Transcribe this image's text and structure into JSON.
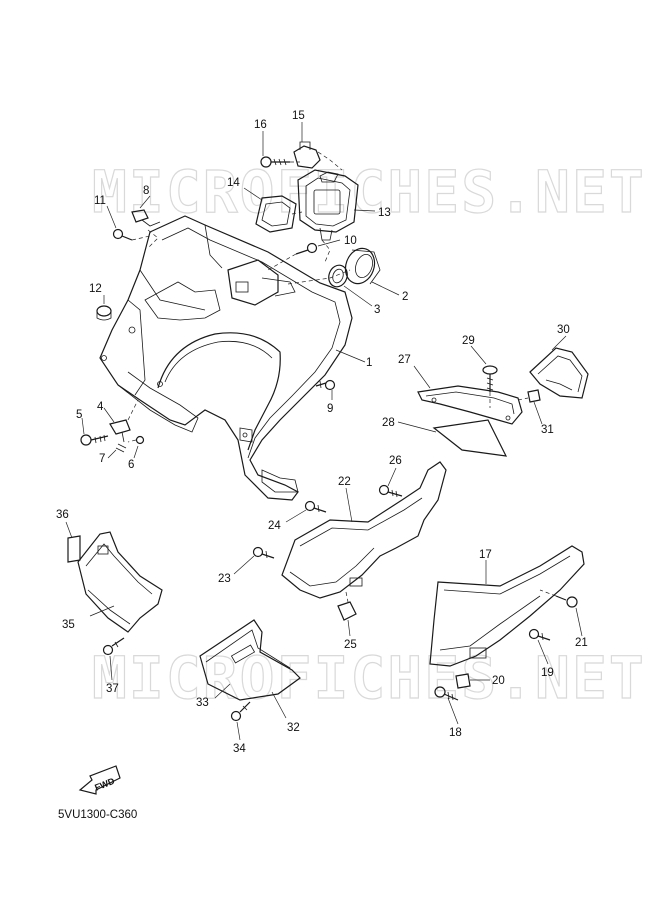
{
  "watermark": {
    "top": "MICROFICHES.NET",
    "bottom": "MICROFICHES.NET"
  },
  "diagram_code": "5VU1300-C360",
  "fwd_arrow_label": "FWD",
  "parts": [
    {
      "id": "p1",
      "number": "1"
    },
    {
      "id": "p2",
      "number": "2"
    },
    {
      "id": "p3",
      "number": "3"
    },
    {
      "id": "p4",
      "number": "4"
    },
    {
      "id": "p5",
      "number": "5"
    },
    {
      "id": "p6",
      "number": "6"
    },
    {
      "id": "p7",
      "number": "7"
    },
    {
      "id": "p8",
      "number": "8"
    },
    {
      "id": "p9",
      "number": "9"
    },
    {
      "id": "p10",
      "number": "10"
    },
    {
      "id": "p11",
      "number": "11"
    },
    {
      "id": "p12",
      "number": "12"
    },
    {
      "id": "p13",
      "number": "13"
    },
    {
      "id": "p14",
      "number": "14"
    },
    {
      "id": "p15",
      "number": "15"
    },
    {
      "id": "p16",
      "number": "16"
    },
    {
      "id": "p17",
      "number": "17"
    },
    {
      "id": "p18",
      "number": "18"
    },
    {
      "id": "p19",
      "number": "19"
    },
    {
      "id": "p20",
      "number": "20"
    },
    {
      "id": "p21",
      "number": "21"
    },
    {
      "id": "p22",
      "number": "22"
    },
    {
      "id": "p23",
      "number": "23"
    },
    {
      "id": "p24",
      "number": "24"
    },
    {
      "id": "p25",
      "number": "25"
    },
    {
      "id": "p26",
      "number": "26"
    },
    {
      "id": "p27",
      "number": "27"
    },
    {
      "id": "p28",
      "number": "28"
    },
    {
      "id": "p29",
      "number": "29"
    },
    {
      "id": "p30",
      "number": "30"
    },
    {
      "id": "p31",
      "number": "31"
    },
    {
      "id": "p32",
      "number": "32"
    },
    {
      "id": "p33",
      "number": "33"
    },
    {
      "id": "p34",
      "number": "34"
    },
    {
      "id": "p35",
      "number": "35"
    },
    {
      "id": "p36",
      "number": "36"
    },
    {
      "id": "p37",
      "number": "37"
    }
  ]
}
